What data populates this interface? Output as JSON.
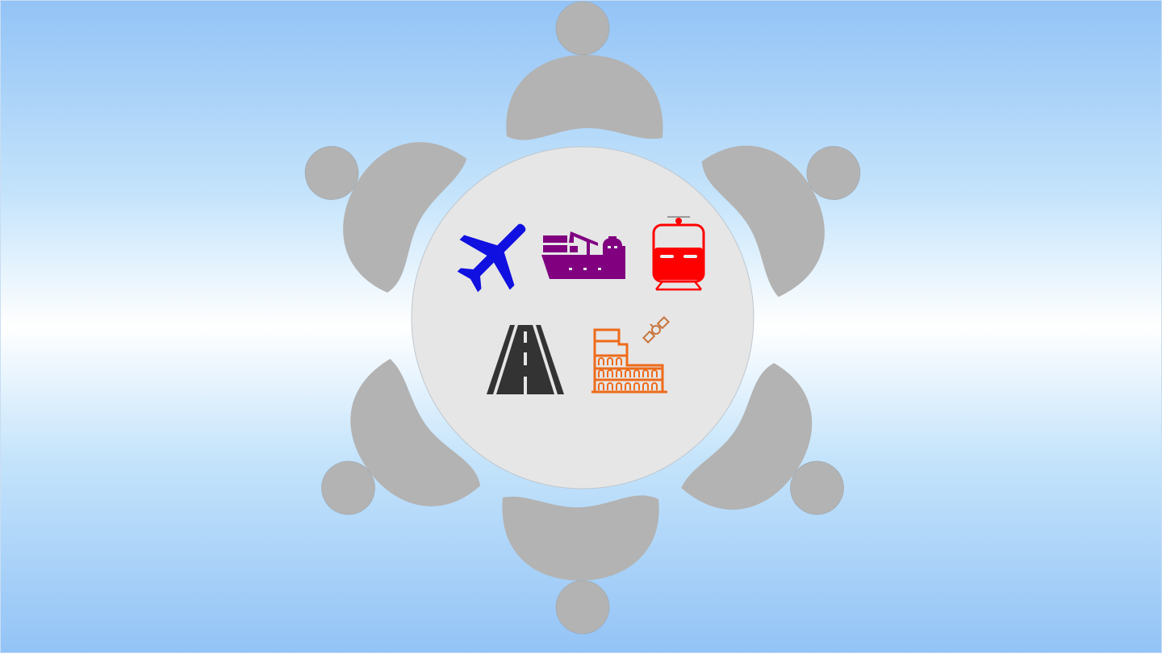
{
  "colors": {
    "background_edge": "#93c3f6",
    "background_center": "#ffffff",
    "table": "#e6e6e6",
    "person": "#b3b3b3",
    "plane": "#1010e0",
    "ship": "#800080",
    "train": "#ff0000",
    "road": "#333333",
    "colosseum": "#ee6b1a",
    "satellite": "#c8743a"
  },
  "people": [
    {
      "angle": 0
    },
    {
      "angle": 60
    },
    {
      "angle": 126
    },
    {
      "angle": 180
    },
    {
      "angle": -126
    },
    {
      "angle": -60
    }
  ],
  "icons": [
    "airplane-icon",
    "cargo-ship-icon",
    "train-icon",
    "road-icon",
    "colosseum-icon",
    "satellite-icon"
  ]
}
